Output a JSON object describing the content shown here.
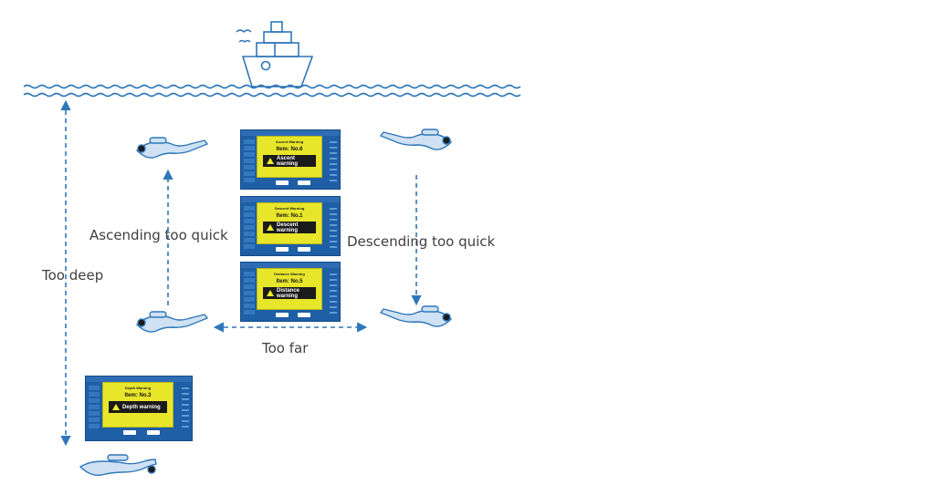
{
  "colors": {
    "accent": "#2f77b9",
    "text": "#3f3f3f",
    "panel": "#1e5fa6",
    "alert": "#e8e62a"
  },
  "labels": {
    "ascending": "Ascending too quick",
    "descending": "Descending too quick",
    "too_deep": "Too deep",
    "too_far": "Too far"
  },
  "icons": [
    "ship-icon",
    "seagull-icon",
    "wave-icon",
    "diver-icon",
    "arrow-icon",
    "warning-icon"
  ],
  "screens": [
    {
      "id": "ascent",
      "title": "Ascent Warning",
      "item": "Item: No.6",
      "message": "Ascent warning"
    },
    {
      "id": "descent",
      "title": "Descent Warning",
      "item": "Item: No.1",
      "message": "Descent warning"
    },
    {
      "id": "distance",
      "title": "Distance Warning",
      "item": "Item: No.5",
      "message": "Distance warning"
    },
    {
      "id": "depth",
      "title": "Depth Warning",
      "item": "Item: No.3",
      "message": "Depth warning"
    }
  ]
}
